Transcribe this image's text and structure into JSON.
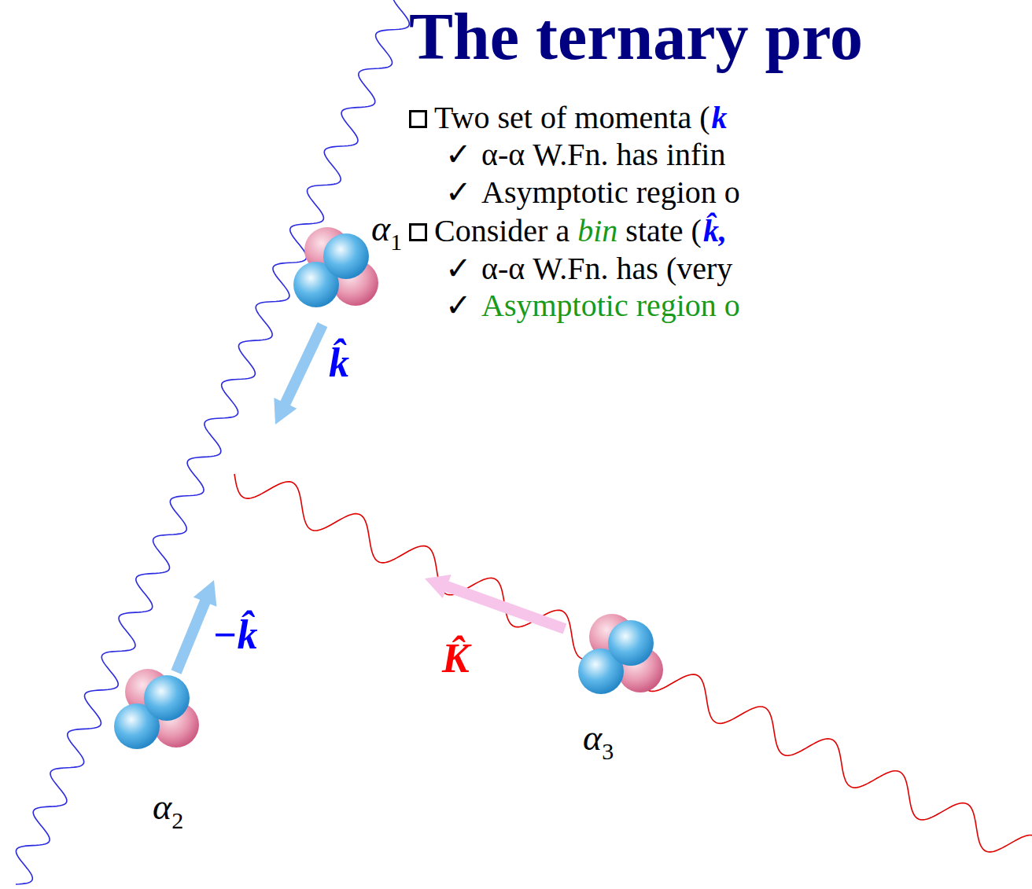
{
  "diagram": {
    "title": "The ternary pro",
    "nodes": [
      {
        "text": [
          "α1"
        ]
      },
      {
        "text": [
          "α2"
        ]
      },
      {
        "text": [
          "α3"
        ]
      }
    ],
    "labels": [
      "Two set of momenta (",
      "k",
      "✓",
      "α-α W.Fn. has infin",
      "✓",
      "Asymptotic region o",
      "Consider a",
      "bin",
      "state (",
      "k̂,",
      "✓",
      "α-α W.Fn. has (very",
      "✓",
      "Asymptotic region o",
      "k̂",
      "−k̂",
      "K̂"
    ]
  }
}
